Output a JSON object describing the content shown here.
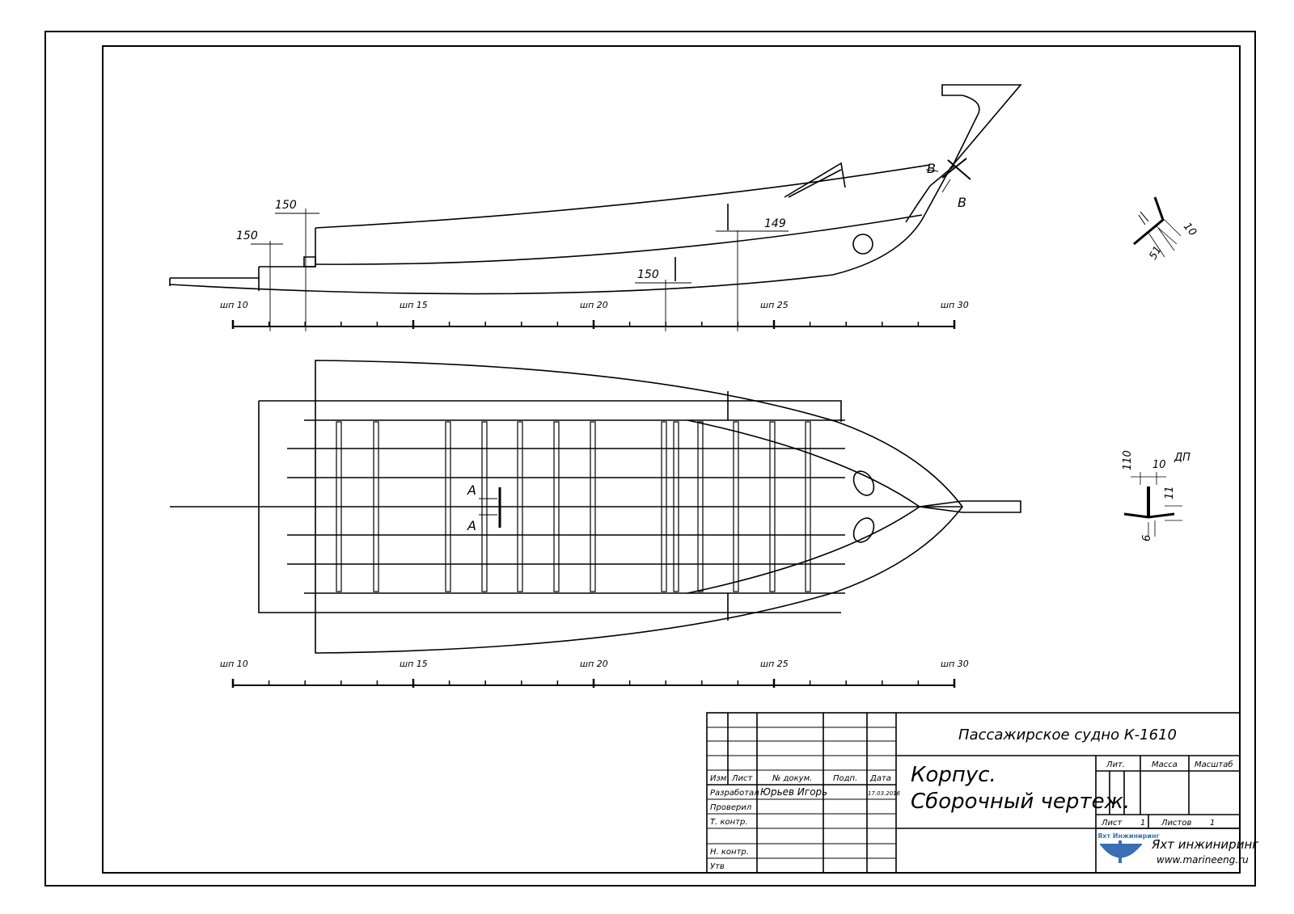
{
  "drawing": {
    "dimensions": {
      "side_150_a": "150",
      "side_150_b": "150",
      "side_150_c": "150",
      "side_149": "149",
      "section_b_1": "В",
      "section_b_2": "В",
      "section_a_1": "А",
      "section_a_2": "А"
    },
    "scale_labels": [
      "шп 10",
      "шп 15",
      "шп 20",
      "шп 25",
      "шп 30"
    ],
    "detail_b": {
      "d1": "10",
      "d2": "51"
    },
    "detail_a": {
      "d1": "110",
      "d2": "10",
      "d3": "ДП",
      "d4": "11",
      "d5": "6"
    }
  },
  "title_block": {
    "project": "Пассажирское судно К-1610",
    "title_line1": "Корпус.",
    "title_line2": "Сборочный чертеж.",
    "headers": {
      "izm": "Изм",
      "list": "Лист",
      "doc": "№ докум.",
      "podp": "Подп.",
      "data": "Дата"
    },
    "roles": {
      "razrab": "Разработал",
      "prover": "Проверил",
      "tkontr": "Т. контр.",
      "nkontr": "Н. контр.",
      "utv": "Утв"
    },
    "developer": "Юрьев Игорь",
    "date": "17.03.2016",
    "lit": "Лит.",
    "massa": "Масса",
    "masshtab": "Масштаб",
    "sheet_label": "Лист",
    "sheet_value": "1",
    "sheets_label": "Листов",
    "sheets_value": "1",
    "logo_text": "Яхт Инжиниринг",
    "company": "Яхт инжиниринг",
    "website": "www.marineeng.ru"
  },
  "colors": {
    "ink": "#000000",
    "logo": "#3a6fb5"
  }
}
